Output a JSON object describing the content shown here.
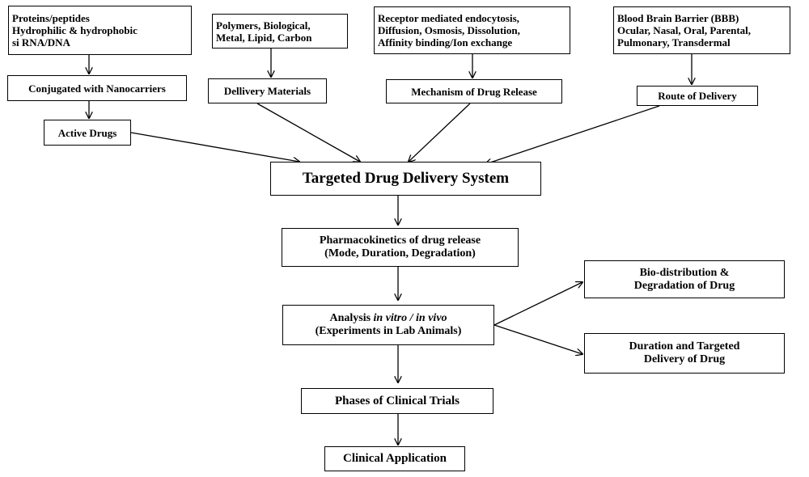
{
  "nodes": {
    "proteins": {
      "lines": [
        "Proteins/peptides",
        "Hydrophilic & hydrophobic",
        "si RNA/DNA"
      ]
    },
    "conjugated": {
      "label": "Conjugated with Nanocarriers"
    },
    "active_drugs": {
      "label": "Active Drugs"
    },
    "polymers": {
      "lines": [
        "Polymers, Biological,",
        "Metal, Lipid, Carbon"
      ]
    },
    "delivery_materials": {
      "label": "Dellivery Materials"
    },
    "receptor": {
      "lines": [
        "Receptor mediated endocytosis,",
        "Diffusion, Osmosis, Dissolution,",
        "Affinity binding/Ion exchange"
      ]
    },
    "mechanism": {
      "label": "Mechanism of Drug Release"
    },
    "bbb": {
      "lines": [
        "Blood Brain Barrier (BBB)",
        "Ocular, Nasal, Oral, Parental,",
        "Pulmonary, Transdermal"
      ]
    },
    "route": {
      "label": "Route of Delivery"
    },
    "targeted": {
      "label": "Targeted Drug Delivery System"
    },
    "pharmacokinetics": {
      "lines": [
        "Pharmacokinetics of drug release",
        "(Mode, Duration, Degradation)"
      ]
    },
    "analysis": {
      "line1_prefix": "Analysis ",
      "line1_italic": "in vitro / in vivo",
      "line2": "(Experiments in Lab Animals)"
    },
    "biodistribution": {
      "lines": [
        "Bio-distribution &",
        "Degradation of Drug"
      ]
    },
    "duration": {
      "lines": [
        "Duration and Targeted",
        "Delivery of Drug"
      ]
    },
    "phases": {
      "label": "Phases of Clinical Trials"
    },
    "clinical": {
      "label": "Clinical Application"
    }
  }
}
